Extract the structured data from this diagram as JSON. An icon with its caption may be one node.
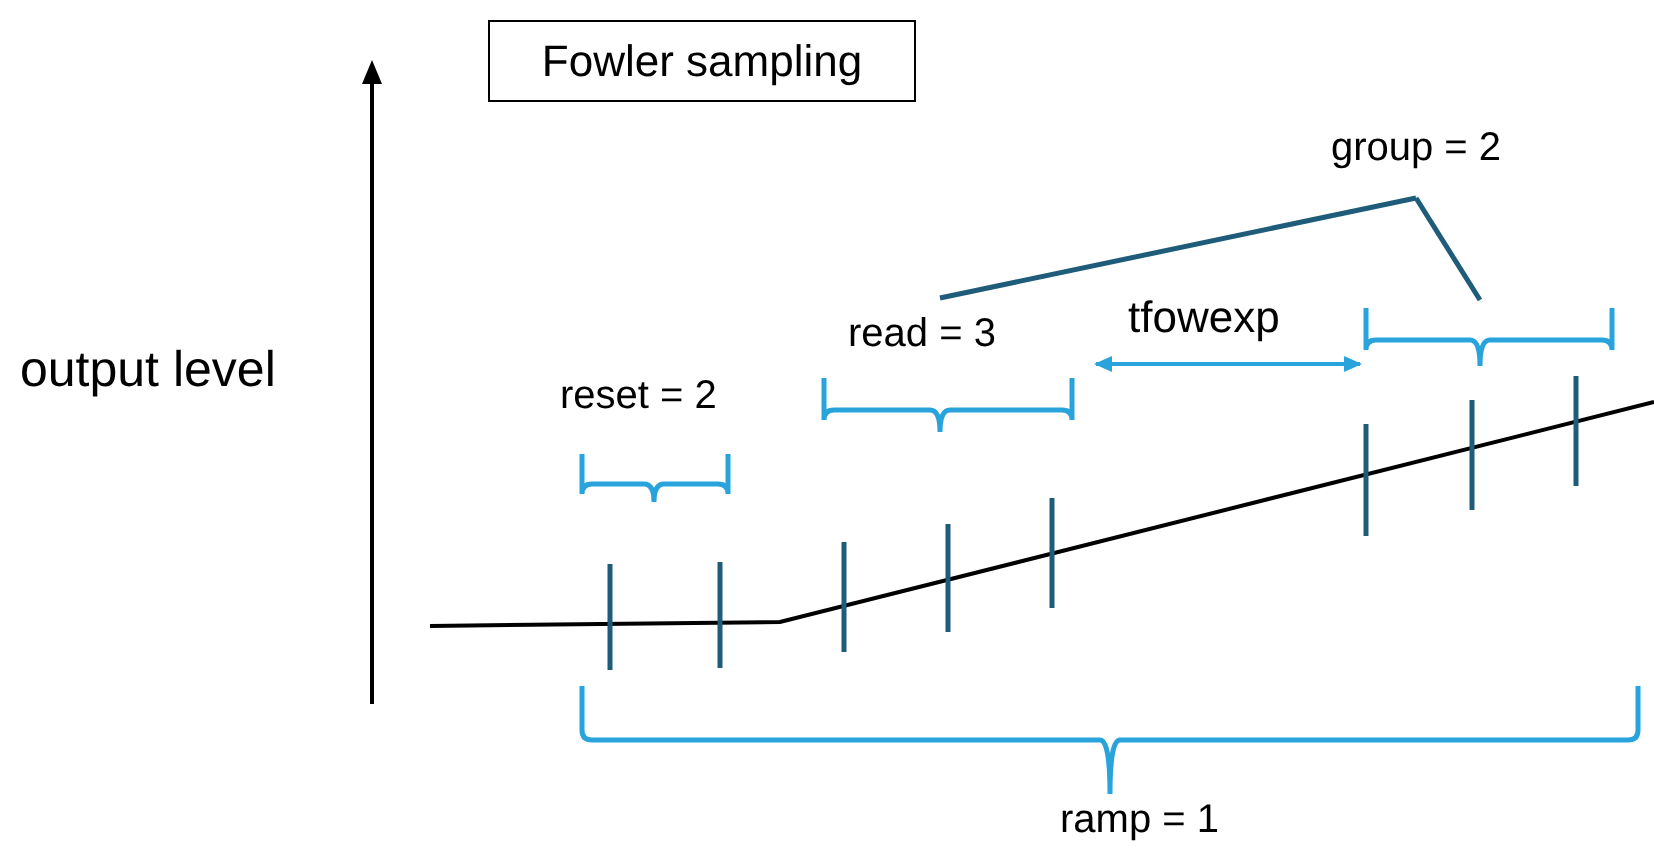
{
  "diagram": {
    "title": "Fowler sampling",
    "nodes": [
      {
        "text": [
          "group = 2"
        ]
      },
      {
        "text": [],
        "shape": "bracket"
      },
      {
        "text": [],
        "shape": "bracket"
      }
    ],
    "edges": [
      {
        "from": 0,
        "to": 1,
        "arrow": "none"
      },
      {
        "from": 0,
        "to": 2,
        "arrow": "none"
      },
      {
        "from": 1,
        "to": 2,
        "arrow": "both",
        "label": "tfowexp",
        "color": "#29a3dc"
      }
    ],
    "labels": [
      "output level",
      "reset = 2",
      "read = 3",
      "ramp = 1"
    ]
  }
}
